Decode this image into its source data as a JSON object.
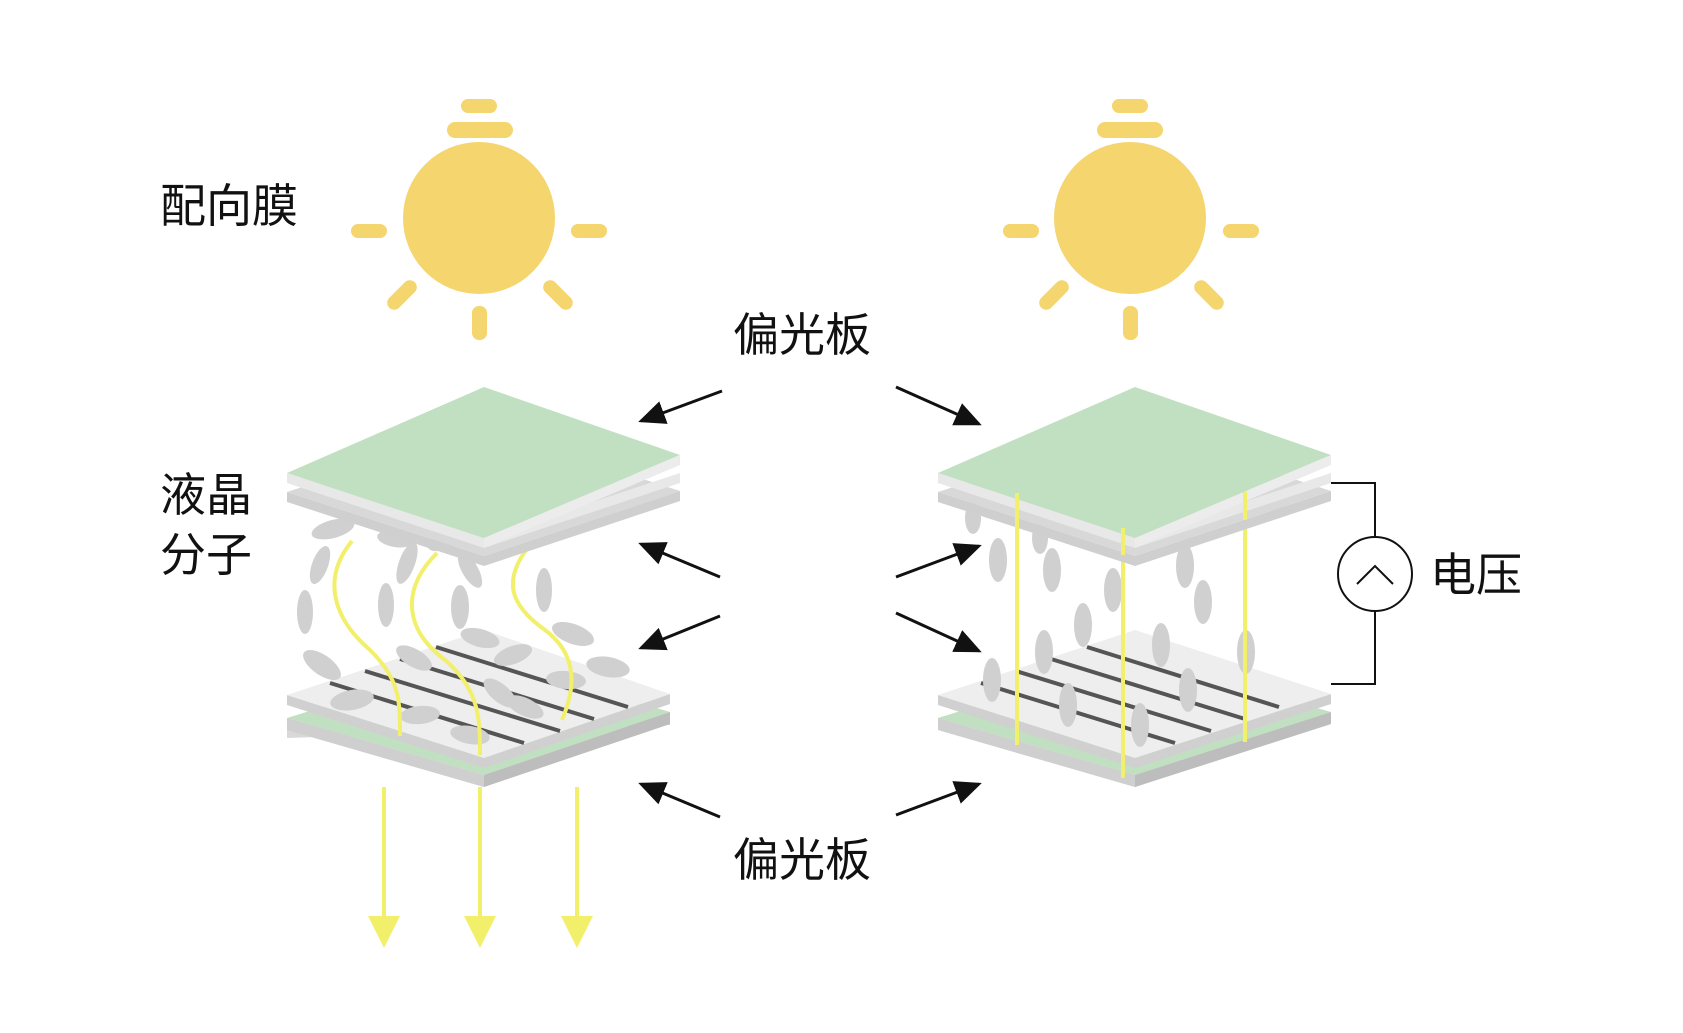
{
  "labels": {
    "alignment_film": "配向膜",
    "polarizer_top": "偏光板",
    "polarizer_bottom": "偏光板",
    "liquid_crystal_line1": "液晶",
    "liquid_crystal_line2": "分子",
    "voltage": "电压"
  },
  "colors": {
    "bulb": "#f5d56e",
    "polarizer": "#c1e0c1",
    "polarizer_edge": "#a9cfa9",
    "glass": "#d6d6d6",
    "glass_light": "#ececec",
    "molecule": "#d0d0d0",
    "light_ray": "#f2ef6a",
    "electrode": "#555555",
    "arrow": "#111111"
  },
  "icons": {
    "bulb": "lightbulb-icon",
    "ac_source": "ac-source-icon"
  }
}
